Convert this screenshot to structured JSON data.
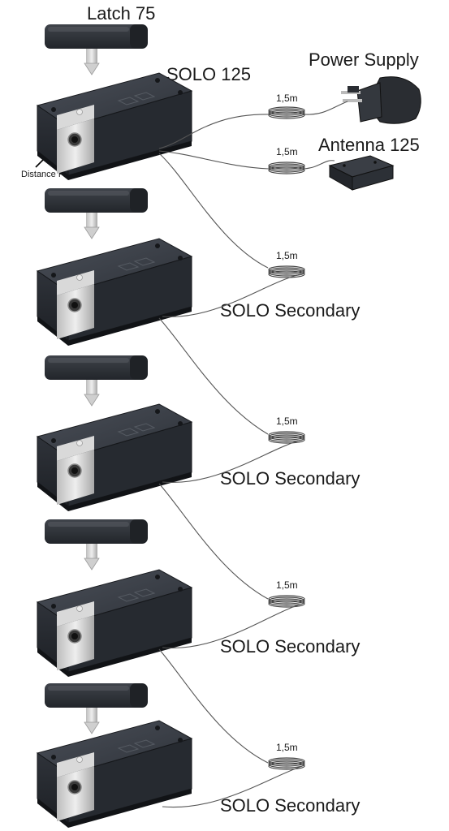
{
  "labels": {
    "latch": "Latch 75",
    "main_lock": "SOLO 125",
    "power_supply": "Power Supply",
    "antenna": "Antenna 125",
    "distance_plate": "Distance Plate",
    "secondary": "SOLO Secondary",
    "cable_length": "1,5m"
  },
  "secondary_count": 4,
  "colors": {
    "lock_body": "#2b2f36",
    "lock_top": "#3a3f47",
    "metal": "#c9c9c9",
    "cable": "#555555",
    "background": "#ffffff"
  }
}
